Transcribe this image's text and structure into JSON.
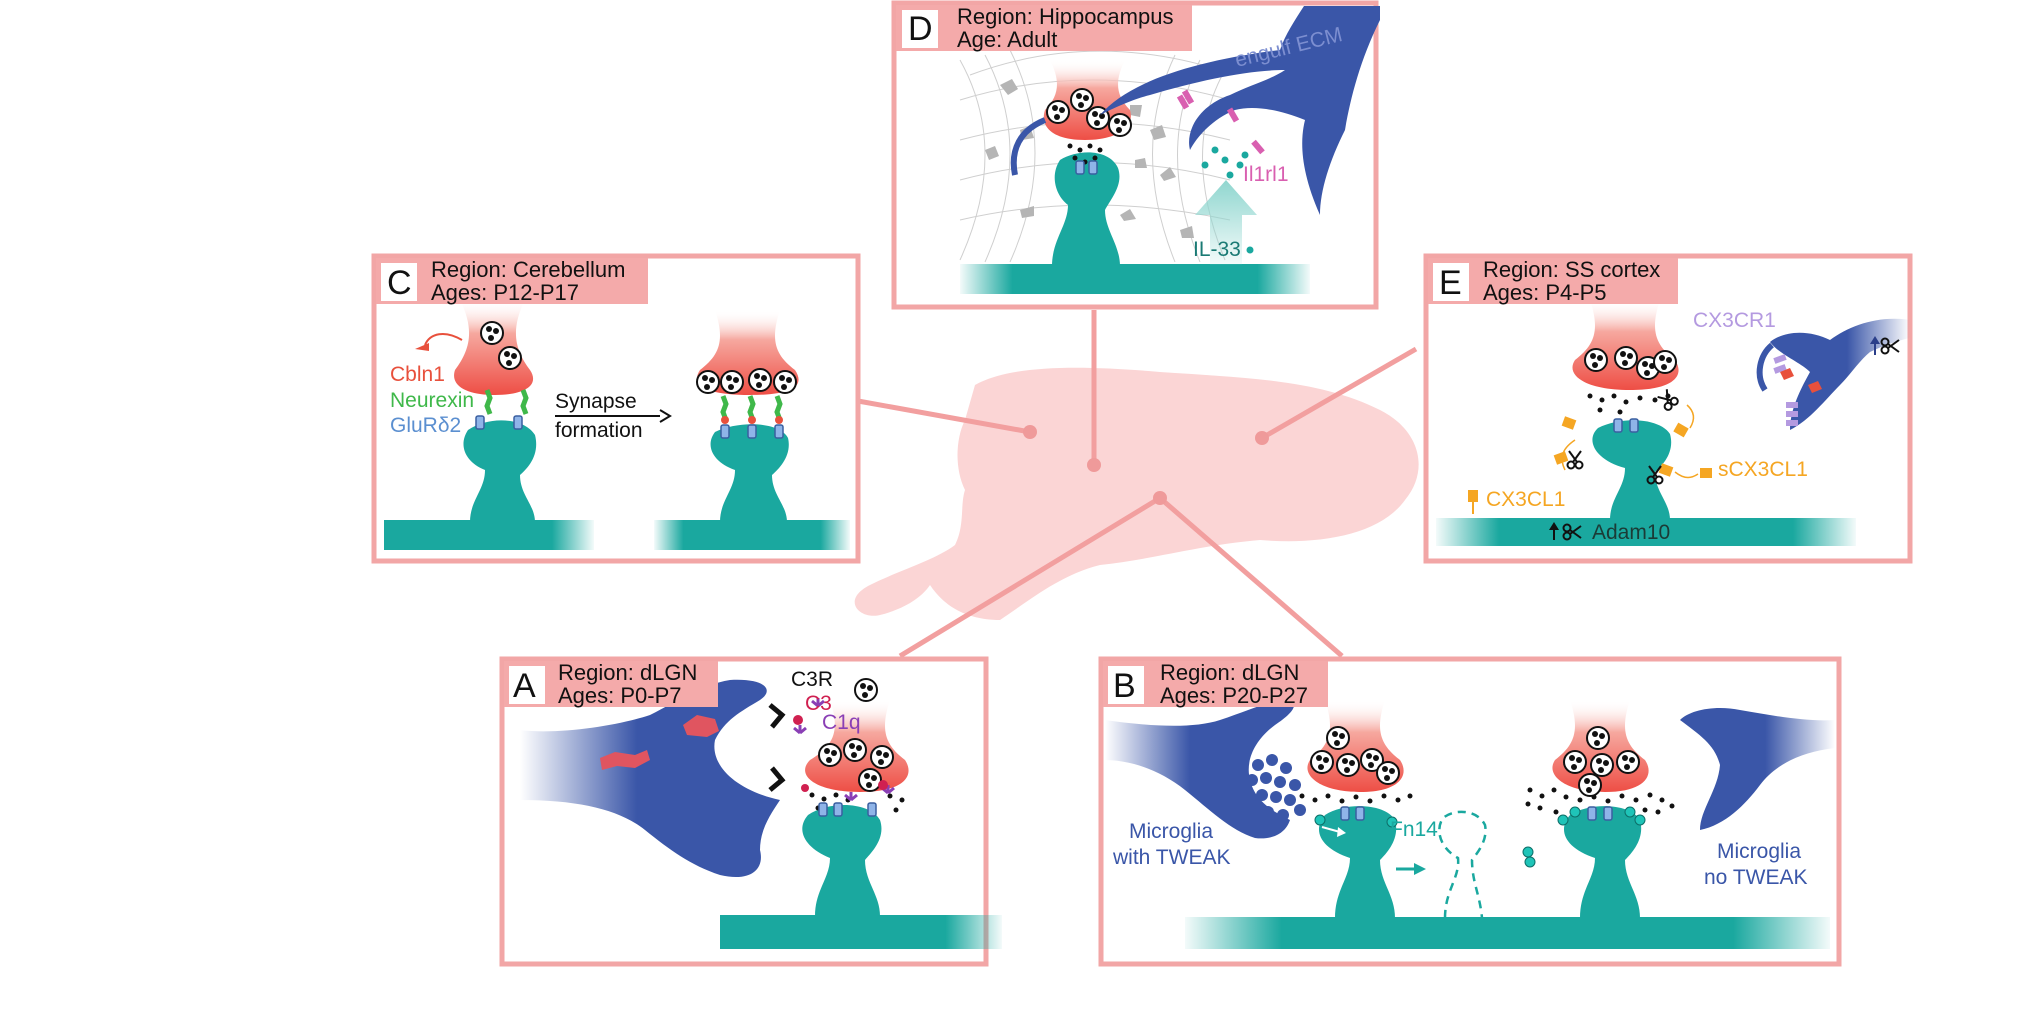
{
  "panels": {
    "A": {
      "letter": "A",
      "region": "Region: dLGN",
      "age": "Ages: P0-P7",
      "labels": {
        "c3r": "C3R",
        "c3": "C3",
        "c1q": "C1q"
      }
    },
    "B": {
      "letter": "B",
      "region": "Region: dLGN",
      "age": "Ages: P20-P27",
      "labels": {
        "microglia_tweak_1": "Microglia",
        "microglia_tweak_2": "with TWEAK",
        "fn14": "Fn14",
        "microglia_no_1": "Microglia",
        "microglia_no_2": "no TWEAK"
      }
    },
    "C": {
      "letter": "C",
      "region": "Region: Cerebellum",
      "age": "Ages: P12-P17",
      "labels": {
        "cbln1": "Cbln1",
        "neurexin": "Neurexin",
        "glurd2": "GluRδ2",
        "synapse": "Synapse",
        "formation": "formation"
      }
    },
    "D": {
      "letter": "D",
      "region": "Region: Hippocampus",
      "age": "Age: Adult",
      "labels": {
        "engulf": "engulf ECM",
        "il1rl1": "Il1rl1",
        "il33": "IL-33"
      }
    },
    "E": {
      "letter": "E",
      "region": "Region: SS cortex",
      "age": "Ages: P4-P5",
      "labels": {
        "cx3cr1": "CX3CR1",
        "scx3cl1": "sCX3CL1",
        "cx3cl1": "CX3CL1",
        "adam10": "Adam10"
      }
    }
  },
  "colors": {
    "frame": "#f2a6a6",
    "header": "#f4aaaa",
    "dendrite": "#1aa89f",
    "presynaptic": "#ef5a50",
    "microglia": "#3a56a8",
    "brain": "#fbd5d5",
    "neurexin": "#3fb84a",
    "cbln1": "#e8503c",
    "glur": "#5b8fd0",
    "c3": "#d02050",
    "c1q": "#8a3fb5",
    "il33": "#1aa89f",
    "il1rl1": "#d95fb0",
    "cx3": "#f5a623",
    "cx3cr1": "#b49ae0"
  }
}
